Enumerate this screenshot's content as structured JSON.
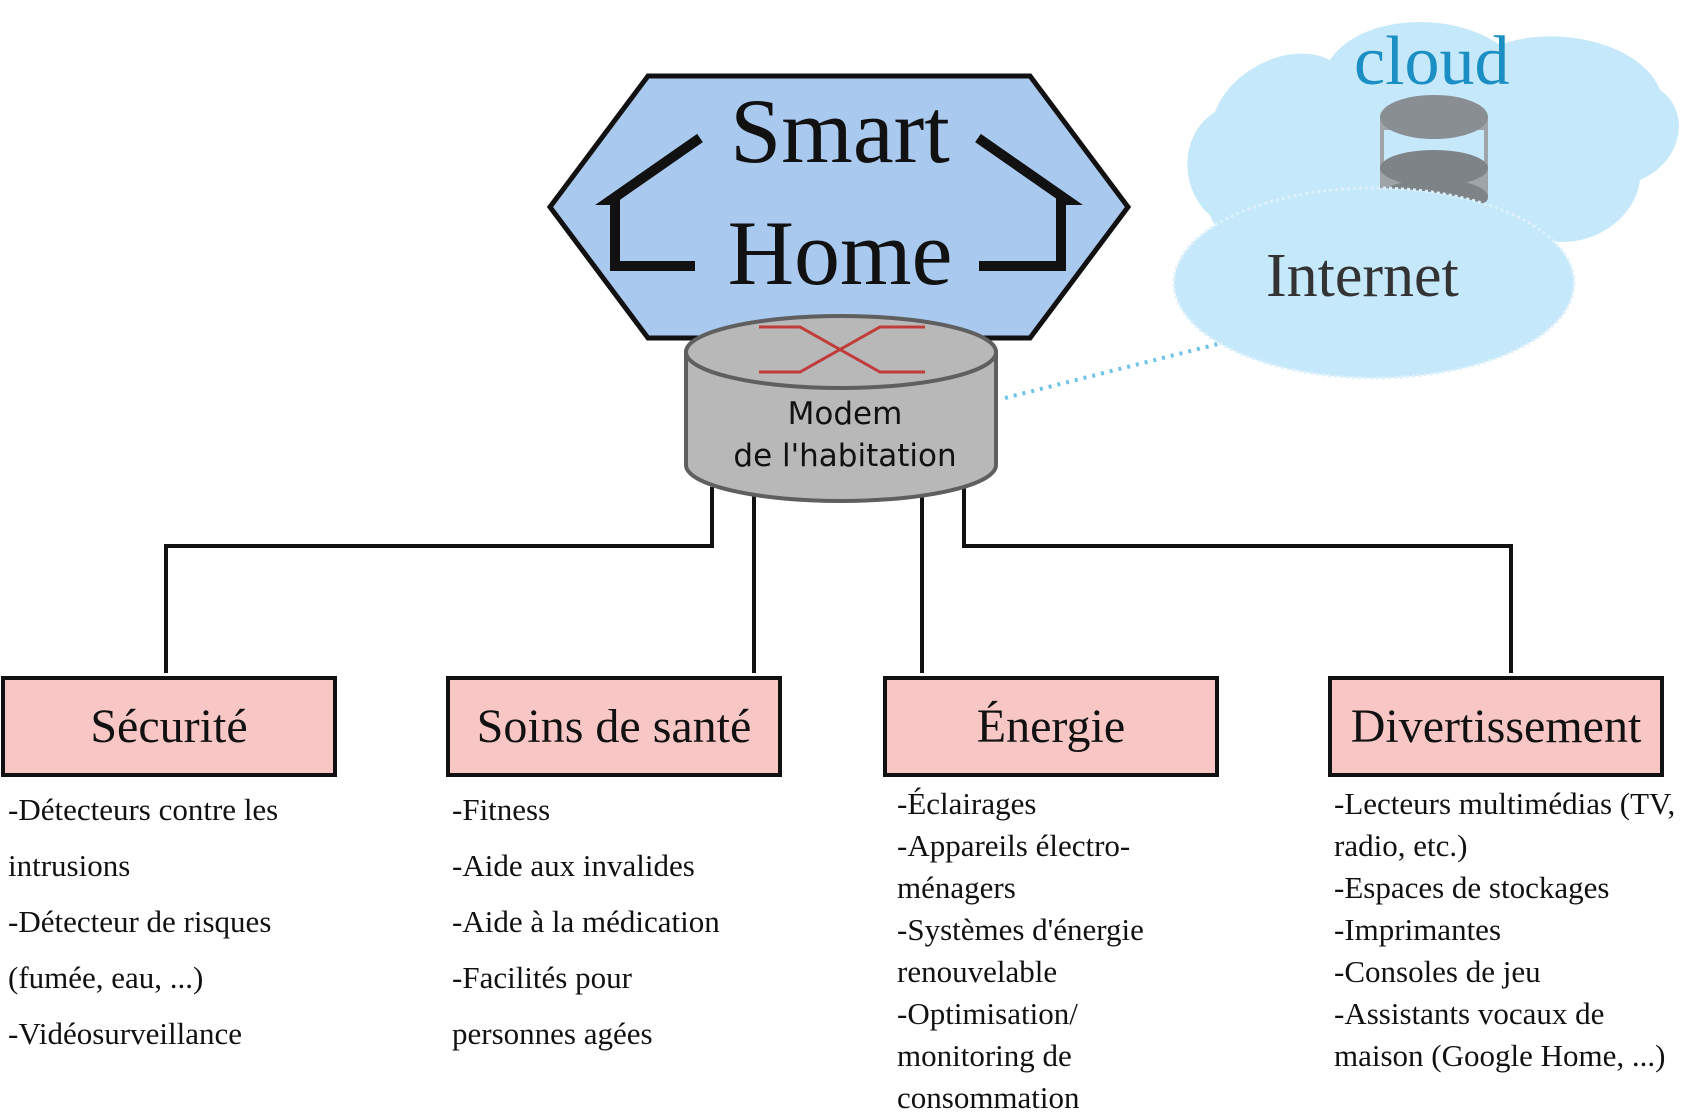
{
  "hub": {
    "title_line1": "Smart",
    "title_line2": "Home"
  },
  "modem": {
    "line1": "Modem",
    "line2": "de l'habitation"
  },
  "cloud": {
    "label": "cloud",
    "internet": "Internet"
  },
  "colors": {
    "hexagon_fill": "#a9c9ef",
    "category_fill": "#f8c7c5",
    "modem_fill": "#b8b8b8",
    "cloud_fill": "#c5e8fb",
    "cloud_text": "#1b8fc4",
    "link_dotted": "#6fc3ea"
  },
  "categories": [
    {
      "label": "Sécurité",
      "items": [
        "-Détecteurs contre les",
        "intrusions",
        "-Détecteur de risques",
        "(fumée, eau, ...)",
        "-Vidéosurveillance"
      ]
    },
    {
      "label": "Soins de santé",
      "items": [
        "-Fitness",
        "-Aide aux invalides",
        "-Aide à la médication",
        "-Facilités pour",
        "personnes agées"
      ]
    },
    {
      "label": "Énergie",
      "items": [
        "-Éclairages",
        "-Appareils électro-",
        "ménagers",
        "-Systèmes d'énergie",
        "renouvelable",
        "-Optimisation/",
        "monitoring de",
        "consommation"
      ]
    },
    {
      "label": "Divertissement",
      "items": [
        "-Lecteurs multimédias (TV,",
        "radio, etc.)",
        "-Espaces de stockages",
        "-Imprimantes",
        "-Consoles de jeu",
        "-Assistants vocaux de",
        "maison (Google Home, ...)"
      ]
    }
  ]
}
